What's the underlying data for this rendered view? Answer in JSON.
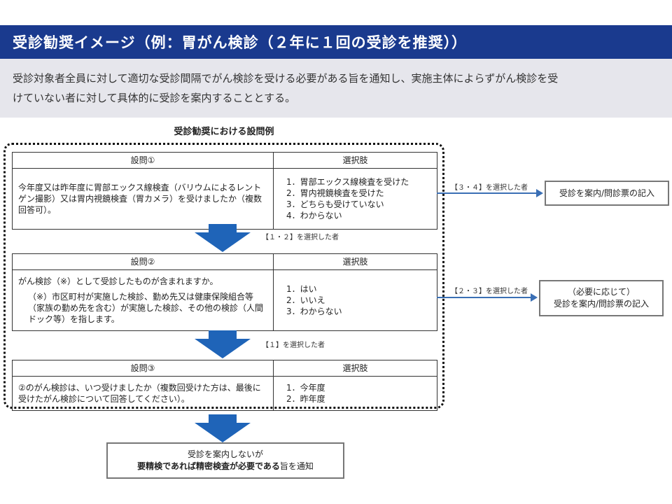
{
  "header": {
    "title": "受診勧奨イメージ（例：胃がん検診（２年に１回の受診を推奨））"
  },
  "summary": {
    "line1": "受診対象者全員に対して適切な受診間隔でがん検診を受ける必要がある旨を通知し、実施主体によらずがん検診を受",
    "line2": "けていない者に対して具体的に受診を案内することとする。"
  },
  "section_title": "受診勧奨における設問例",
  "q1": {
    "head_q": "設問①",
    "head_opts": "選択肢",
    "question": "今年度又は昨年度に胃部エックス線検査（バリウムによるレントゲン撮影）又は胃内視鏡検査（胃カメラ）を受けましたか（複数回答可）。",
    "options": [
      "1．胃部エックス線検査を受けた",
      "2．胃内視鏡検査を受けた",
      "3．どちらも受けていない",
      "4．わからない"
    ],
    "side_label": "【３・４】を選択した者",
    "side_box": "受診を案内/問診票の記入"
  },
  "flow1_label": "【１・２】を選択した者",
  "q2": {
    "head_q": "設問②",
    "head_opts": "選択肢",
    "question": "がん検診（※）として受診したものが含まれますか。",
    "note": "（※）市区町村が実施した検診、勤め先又は健康保険組合等（家族の勤め先を含む）が実施した検診、その他の検診（人間ドック等）を指します。",
    "options": [
      "1．はい",
      "2．いいえ",
      "3．わからない"
    ],
    "side_label": "【２・３】を選択した者",
    "side_box_line1": "（必要に応じて）",
    "side_box_line2": "受診を案内/問診票の記入"
  },
  "flow2_label": "【１】を選択した者",
  "q3": {
    "head_q": "設問③",
    "head_opts": "選択肢",
    "question": "②のがん検診は、いつ受けましたか（複数回受けた方は、最後に受けたがん検診について回答してください）。",
    "options": [
      "1．今年度",
      "2．昨年度"
    ]
  },
  "final": {
    "line1": "受診を案内しないが",
    "line2_bold": "要精検であれば精密検査が必要である",
    "line2_tail": "旨を通知"
  },
  "colors": {
    "header_bg": "#1a3a8e",
    "arrow": "#1f64b8",
    "connector": "#3a6fb5",
    "summary_bg": "#e6e6ec"
  }
}
